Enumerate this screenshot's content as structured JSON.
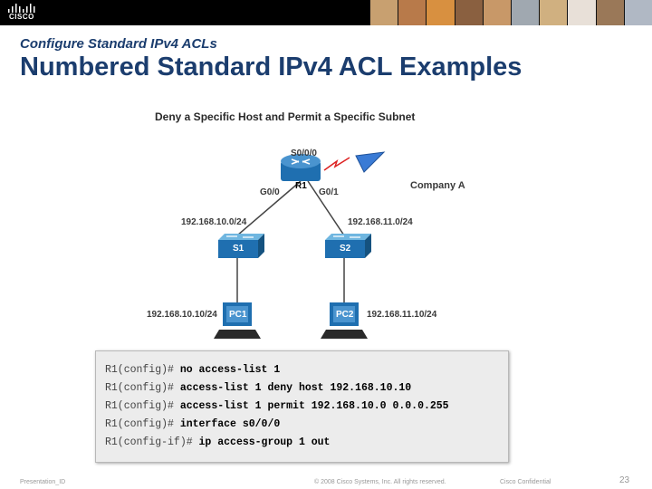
{
  "header": {
    "brand": "CISCO",
    "colors": {
      "bar": "#000000",
      "title": "#1b3d6e"
    }
  },
  "slide": {
    "subtitle": "Configure Standard IPv4 ACLs",
    "title": "Numbered Standard IPv4 ACL Examples"
  },
  "diagram": {
    "title": "Deny a Specific Host and Permit a Specific Subnet",
    "router": {
      "name": "R1",
      "serial": "S0/0/0",
      "g00": "G0/0",
      "g01": "G0/1"
    },
    "company": "Company A",
    "switches": [
      {
        "name": "S1"
      },
      {
        "name": "S2"
      }
    ],
    "pcs": [
      {
        "name": "PC1",
        "ip": "192.168.10.10/24"
      },
      {
        "name": "PC2",
        "ip": "192.168.11.10/24"
      }
    ],
    "networks": [
      "192.168.10.0/24",
      "192.168.11.0/24"
    ]
  },
  "config": {
    "lines": [
      {
        "prompt": "R1(config)#",
        "cmd": "no access-list 1"
      },
      {
        "prompt": "R1(config)#",
        "cmd": "access-list 1 deny host 192.168.10.10"
      },
      {
        "prompt": "R1(config)#",
        "cmd": "access-list 1 permit 192.168.10.0 0.0.0.255"
      },
      {
        "prompt": "R1(config)#",
        "cmd": "interface s0/0/0"
      },
      {
        "prompt": "R1(config-if)#",
        "cmd": "ip access-group 1 out"
      }
    ]
  },
  "footer": {
    "presentation": "Presentation_ID",
    "copyright": "© 2008 Cisco Systems, Inc. All rights reserved.",
    "confidential": "Cisco Confidential",
    "page": "23"
  }
}
